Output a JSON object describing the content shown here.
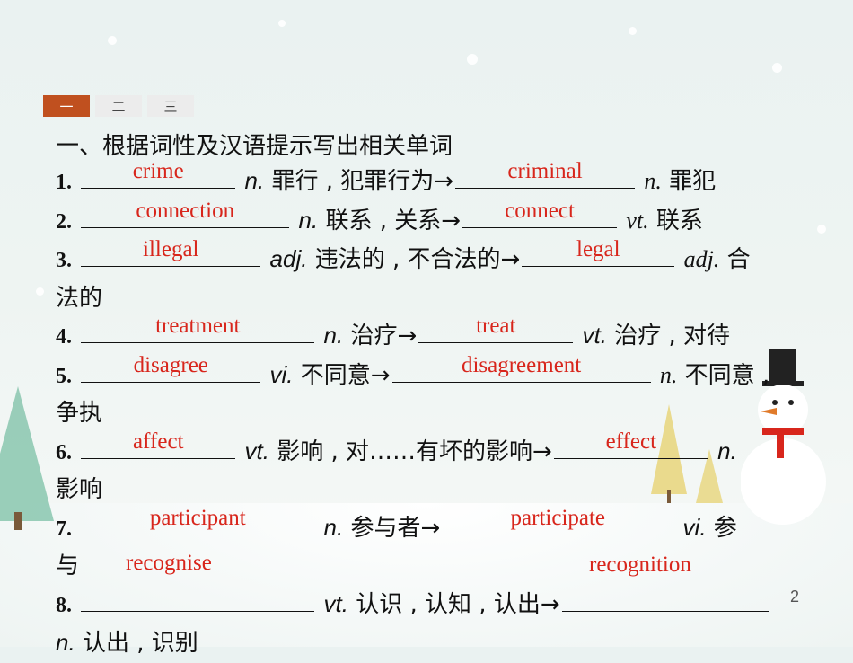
{
  "tabs": [
    {
      "label": "一",
      "active": true
    },
    {
      "label": "二",
      "active": false
    },
    {
      "label": "三",
      "active": false
    }
  ],
  "heading": "一、根据词性及汉语提示写出相关单词",
  "items": [
    {
      "num": "1",
      "ans1": "crime",
      "mid": "n.",
      "mid_cn": " 罪行 , 犯罪行为→",
      "ans2": "criminal",
      "end_pos": "n.",
      "end_cn": " 罪犯"
    },
    {
      "num": "2",
      "ans1": "connection",
      "mid": "n.",
      "mid_cn": " 联系 , 关系→",
      "ans2": "connect",
      "end_pos": "vt.",
      "end_cn": " 联系"
    },
    {
      "num": "3",
      "ans1": "illegal",
      "mid": "adj.",
      "mid_cn": " 违法的 , 不合法的→",
      "ans2": "legal",
      "end_pos": "adj.",
      "end_cn": " 合",
      "wrap": "法的"
    },
    {
      "num": "4",
      "ans1": "treatment",
      "mid": "n.",
      "mid_cn": " 治疗→",
      "ans2": "treat",
      "end_pos": "vt.",
      "end_cn": " 治疗 , 对待"
    },
    {
      "num": "5",
      "ans1": "disagree",
      "mid": "vi.",
      "mid_cn": " 不同意→",
      "ans2": "disagreement",
      "end_pos": "n.",
      "end_cn": " 不同意 ,",
      "wrap": "争执"
    },
    {
      "num": "6",
      "ans1": "affect",
      "mid": "vt.",
      "mid_cn": " 影响 , 对……有坏的影响→",
      "ans2": "effect",
      "end_pos": "n.",
      "end_cn": "",
      "wrap": "影响"
    },
    {
      "num": "7",
      "ans1": "participant",
      "mid": "n.",
      "mid_cn": " 参与者→",
      "ans2": "participate",
      "end_pos": "vi.",
      "end_cn": " 参",
      "wrap": "与"
    },
    {
      "num": "8",
      "ans1": "recognise",
      "mid": "vt.",
      "mid_cn": " 认识 , 认知 , 认出→",
      "ans2": "recognition",
      "end_pos": "",
      "end_cn": "",
      "wrap_pos": "n.",
      "wrap": " 认出 , 识别"
    }
  ],
  "page_number": "2",
  "colors": {
    "accent": "#c0501f",
    "answer": "#d8261c"
  }
}
